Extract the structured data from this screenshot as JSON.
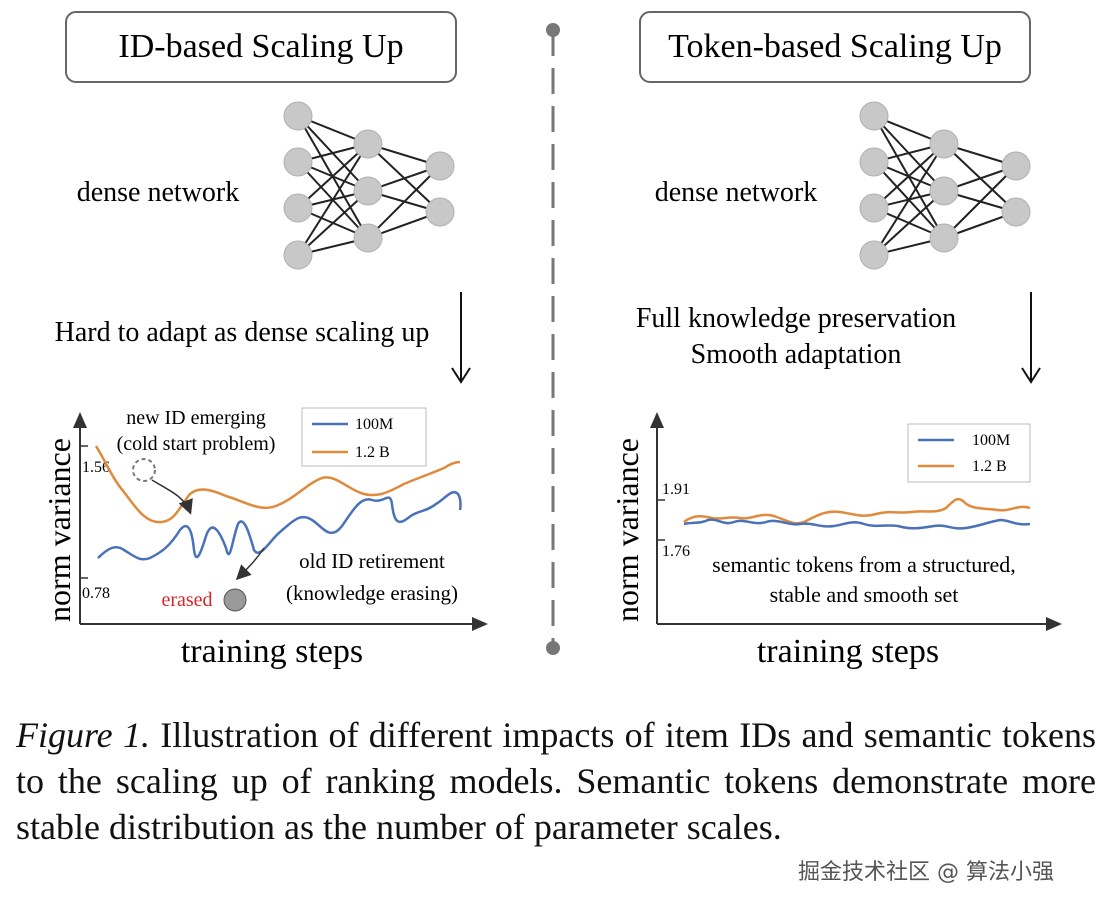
{
  "left": {
    "title": "ID-based Scaling Up",
    "network_label": "dense network",
    "arrow_note": "Hard to adapt as dense scaling up",
    "ylabel": "norm variance",
    "xlabel": "training steps",
    "tick_high": "1.56",
    "tick_low": "0.78",
    "legend": [
      "100M",
      "1.2 B"
    ],
    "annot_new_1": "new ID emerging",
    "annot_new_2": "(cold start problem)",
    "annot_old_1": "old ID retirement",
    "annot_old_2": "(knowledge erasing)",
    "erased_label": "erased"
  },
  "right": {
    "title": "Token-based Scaling Up",
    "network_label": "dense network",
    "note_1": "Full knowledge preservation",
    "note_2": "Smooth adaptation",
    "ylabel": "norm variance",
    "xlabel": "training steps",
    "tick_high": "1.91",
    "tick_low": "1.76",
    "legend": [
      "100M",
      "1.2 B"
    ],
    "annot_1": "semantic tokens from a structured,",
    "annot_2": "stable and smooth set"
  },
  "colors": {
    "series_100m": "#4a72b8",
    "series_1_2b": "#e08a3c",
    "erased": "#d62728",
    "node": "#c8c8c8"
  },
  "caption": {
    "lead": "Figure 1.",
    "text": " Illustration of different impacts of item IDs and semantic tokens to the scaling up of ranking models.  Semantic tokens demonstrate more stable distribution as the number of parameter scales."
  },
  "watermark": "掘金技术社区 @ 算法小强"
}
